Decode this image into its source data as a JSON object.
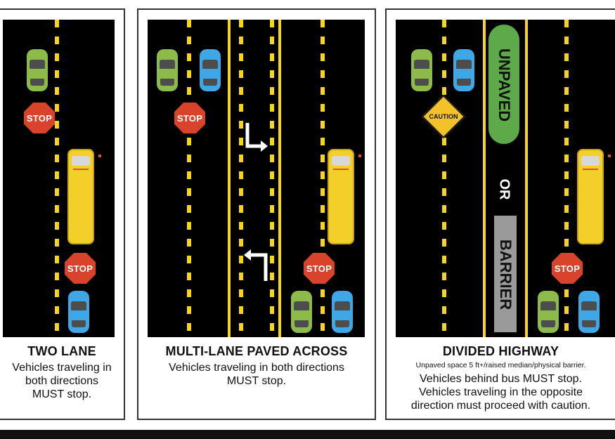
{
  "panels": [
    {
      "title": "TWO LANE",
      "description": [
        "Vehicles traveling in",
        "both directions",
        "MUST stop."
      ],
      "signs": [
        "STOP",
        "STOP"
      ]
    },
    {
      "title": "MULTI-LANE PAVED ACROSS",
      "description": [
        "Vehicles traveling in both directions",
        "MUST stop."
      ],
      "signs": [
        "STOP",
        "STOP"
      ]
    },
    {
      "title": "DIVIDED HIGHWAY",
      "note": "Unpaved space 5 ft+/raised median/physical barrier.",
      "description": [
        "Vehicles behind bus MUST stop.",
        "Vehicles traveling in the opposite",
        "direction must proceed with caution."
      ],
      "signs": [
        "STOP",
        "CAUTION"
      ],
      "median_label": "UNPAVED",
      "or_label": "OR",
      "barrier_label": "BARRIER"
    }
  ],
  "colors": {
    "road": "#000000",
    "lane_marking": "#f5d51f",
    "stop_sign": "#d8432b",
    "bus": "#f3cf2a",
    "median": "#5ea94a",
    "barrier": "#9a9a9a"
  }
}
